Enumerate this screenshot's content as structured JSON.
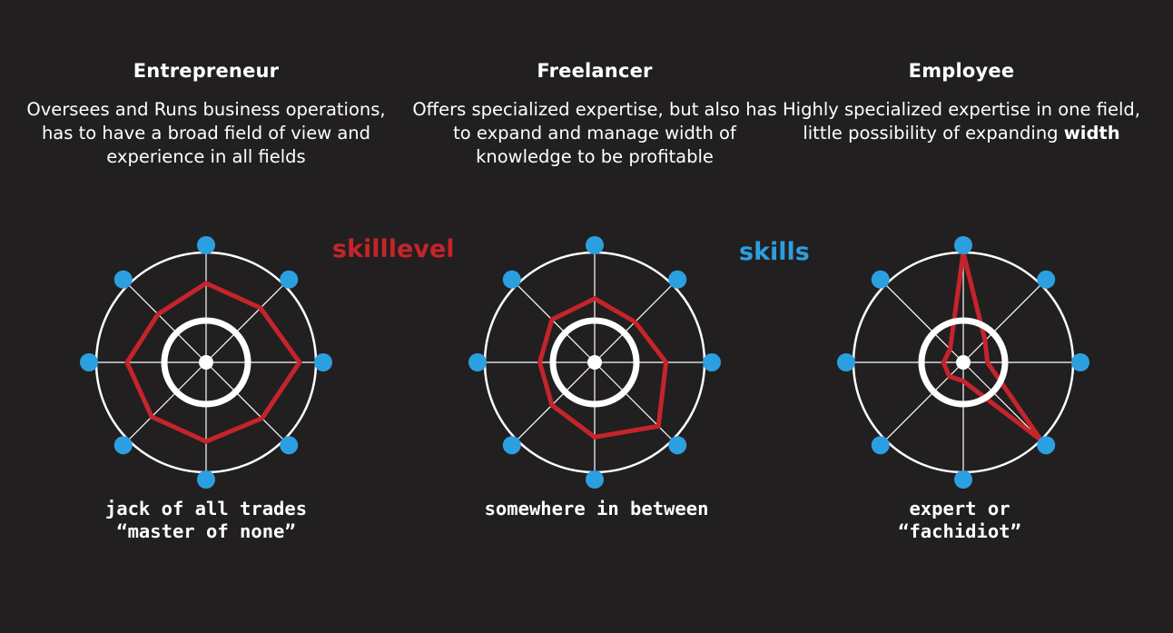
{
  "colors": {
    "background": "#221f20",
    "text": "#ffffff",
    "skill_level": "#c5242b",
    "skill_node": "#2c9fe0",
    "ring": "#ffffff"
  },
  "legend": {
    "skill_level": "skilllevel",
    "skills": "skills"
  },
  "columns": [
    {
      "title": "Entrepreneur",
      "description": "Oversees and Runs business operations, has to have a broad field of view and experience in all fields",
      "caption_line1": "jack of all trades",
      "caption_line2": "“master of none”",
      "skill_levels": [
        0.72,
        0.7,
        0.85,
        0.72,
        0.72,
        0.7,
        0.72,
        0.62
      ]
    },
    {
      "title": "Freelancer",
      "description": "Offers specialized expertise, but also has to expand and manage width of knowledge to be profitable",
      "caption_line1": "somewhere in between",
      "caption_line2": "",
      "skill_levels": [
        0.58,
        0.52,
        0.65,
        0.82,
        0.68,
        0.55,
        0.5,
        0.55
      ]
    },
    {
      "title": "Employee",
      "description_prefix": "Highly specialized expertise in one field, little possibility of expanding",
      "description_bold": "width",
      "caption_line1": "expert or",
      "caption_line2": "“fachidiot”",
      "skill_levels": [
        1.0,
        0.28,
        0.22,
        1.0,
        0.17,
        0.18,
        0.18,
        0.17
      ]
    }
  ]
}
